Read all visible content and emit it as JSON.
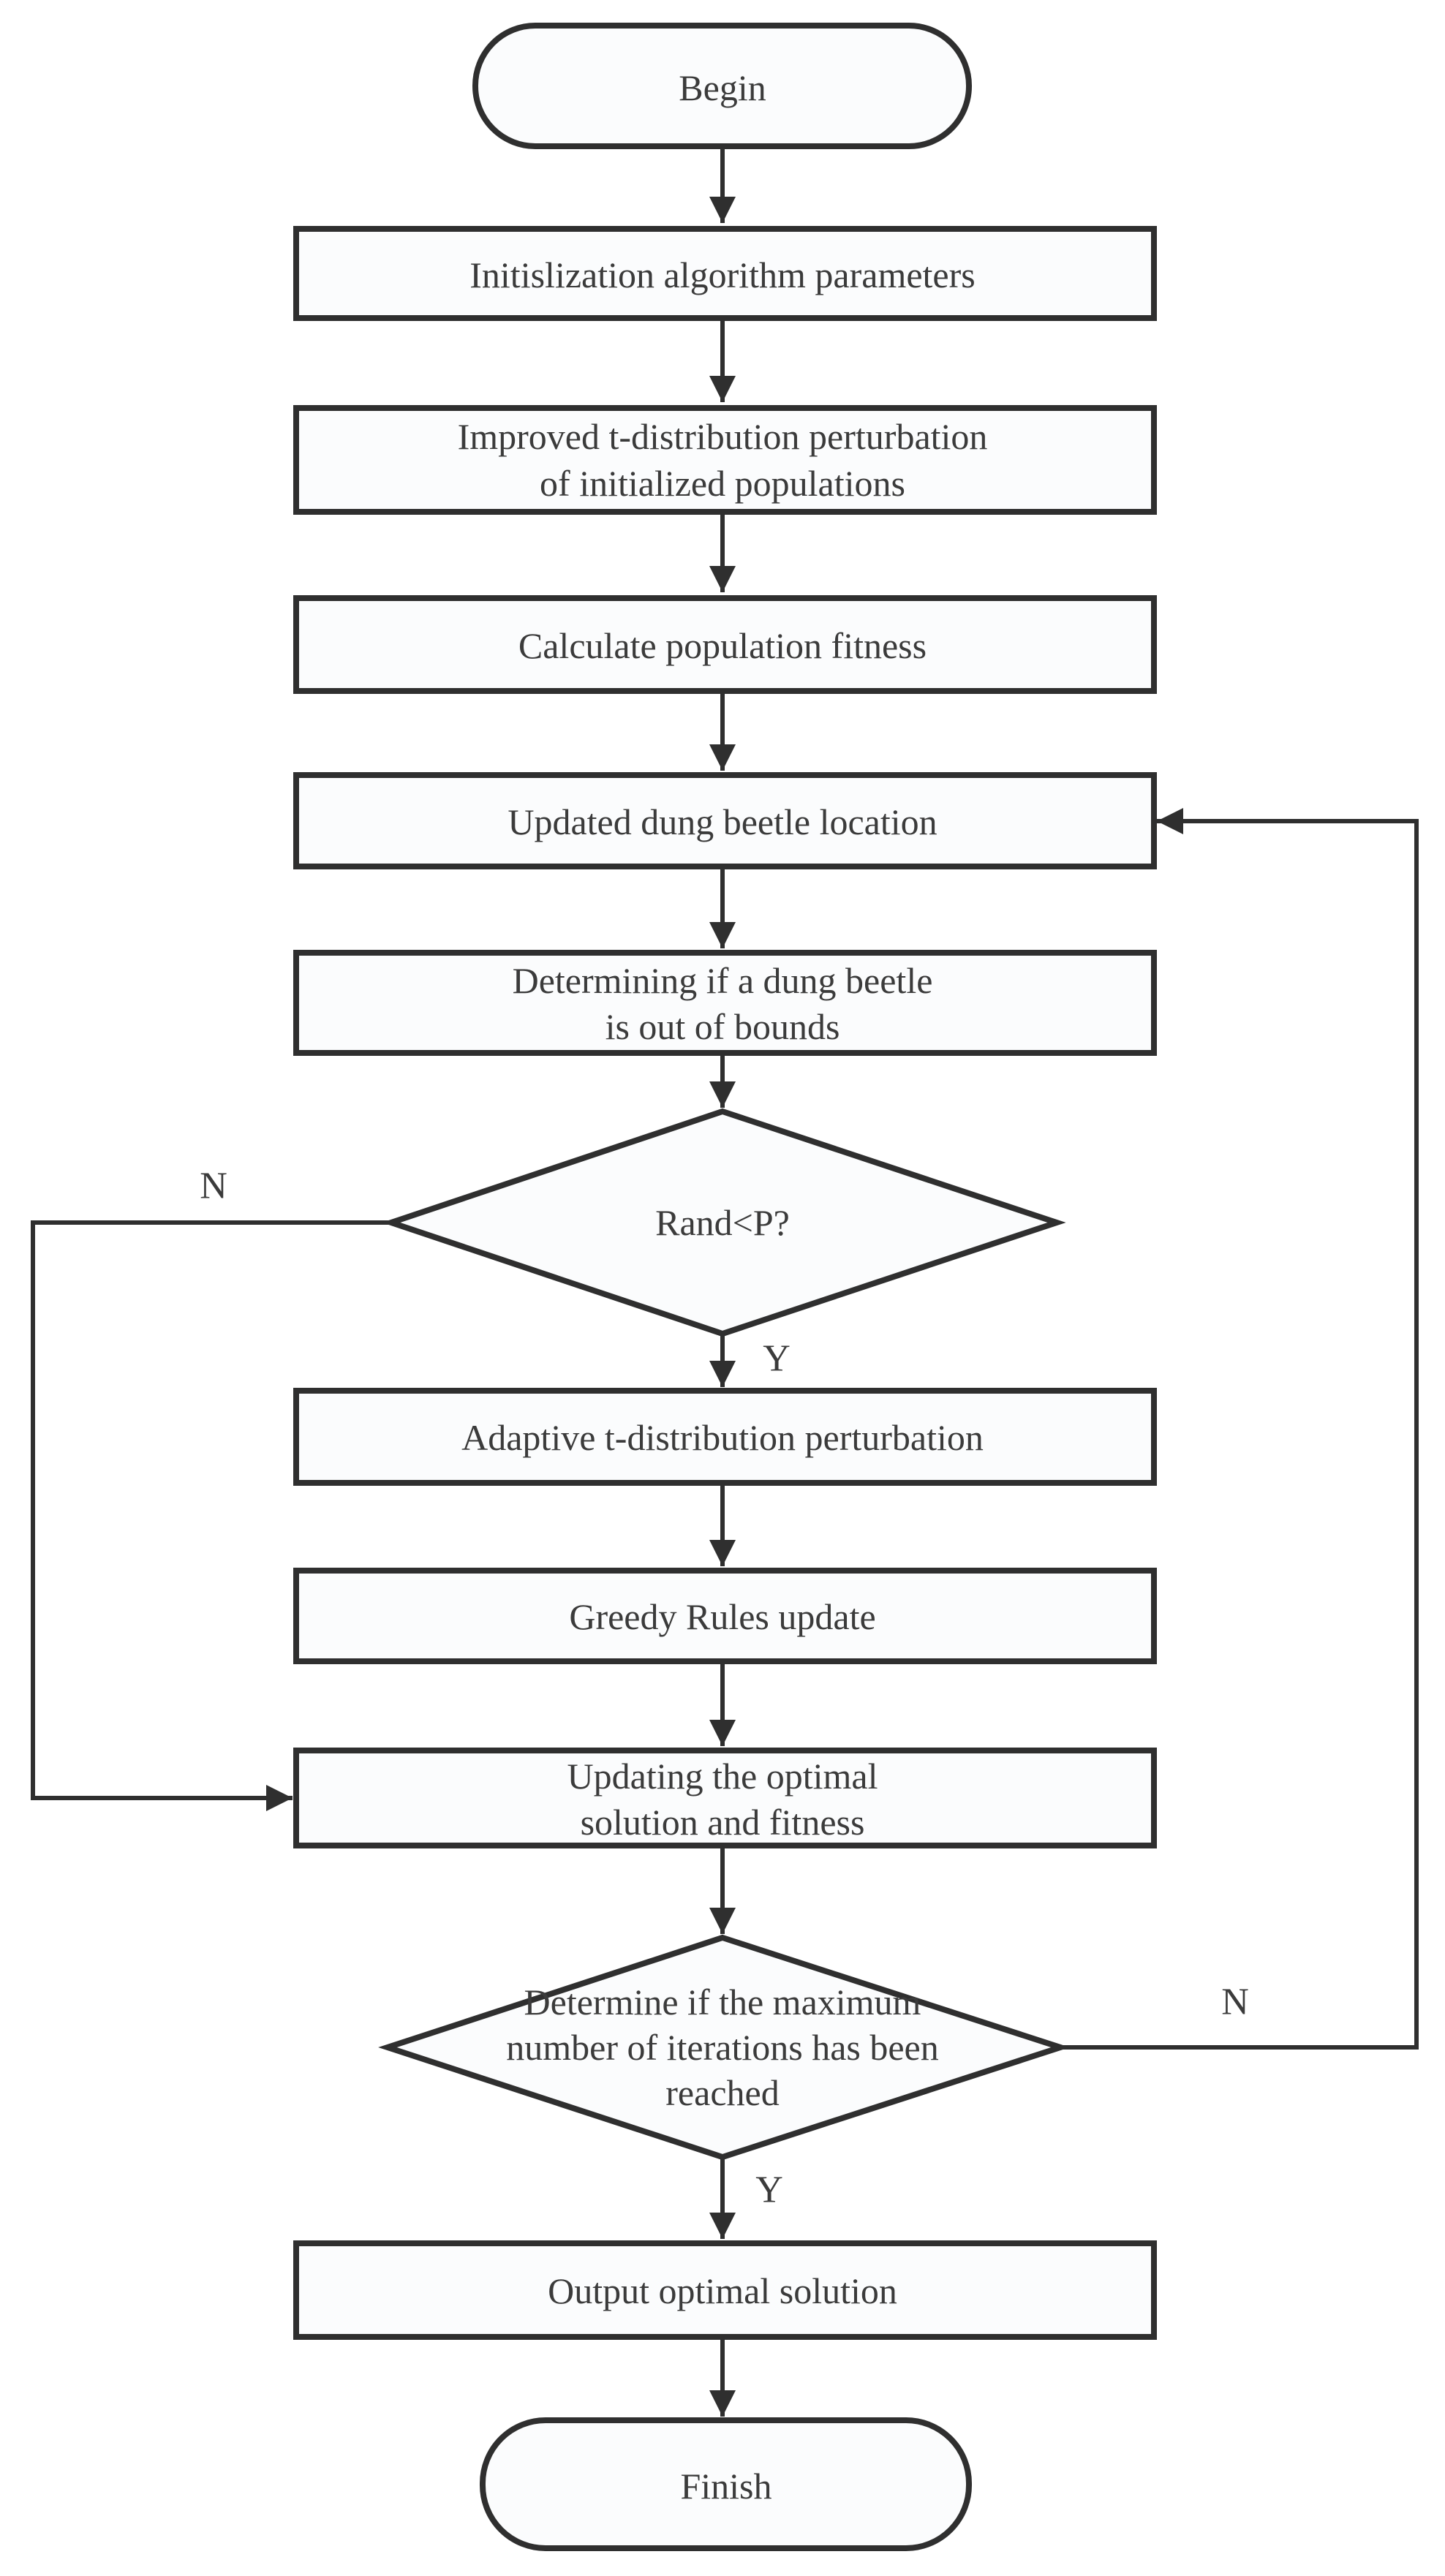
{
  "flowchart": {
    "title": "Dung beetle optimization algorithm flowchart",
    "colors": {
      "line": "#2f2f2f",
      "node_fill": "#fbfcfd",
      "node_text": "#3b3b3b",
      "background": "#ffffff"
    },
    "nodes": {
      "begin": {
        "type": "terminator",
        "label": "Begin"
      },
      "init_params": {
        "type": "process",
        "label": "Initislization algorithm parameters"
      },
      "perturb_init": {
        "type": "process",
        "lines": [
          "Improved t-distribution perturbation",
          "of initialized populations"
        ]
      },
      "calc_fitness": {
        "type": "process",
        "label": "Calculate population fitness"
      },
      "update_location": {
        "type": "process",
        "label": "Updated dung beetle location"
      },
      "bounds_check": {
        "type": "process",
        "lines": [
          "Determining if a dung beetle",
          "is out of bounds"
        ]
      },
      "rand_decision": {
        "type": "decision",
        "label": "Rand<P?"
      },
      "adaptive_perturb": {
        "type": "process",
        "label": "Adaptive t-distribution perturbation"
      },
      "greedy_update": {
        "type": "process",
        "label": "Greedy Rules update"
      },
      "update_optimal": {
        "type": "process",
        "lines": [
          "Updating the optimal",
          "solution and fitness"
        ]
      },
      "max_iter_decision": {
        "type": "decision",
        "lines": [
          "Determine if the maximum",
          "number of iterations has been",
          "reached"
        ]
      },
      "output_solution": {
        "type": "process",
        "label": "Output optimal solution"
      },
      "finish": {
        "type": "terminator",
        "label": "Finish"
      }
    },
    "branch_labels": {
      "rand_no": "N",
      "rand_yes": "Y",
      "iter_no": "N",
      "iter_yes": "Y"
    }
  }
}
